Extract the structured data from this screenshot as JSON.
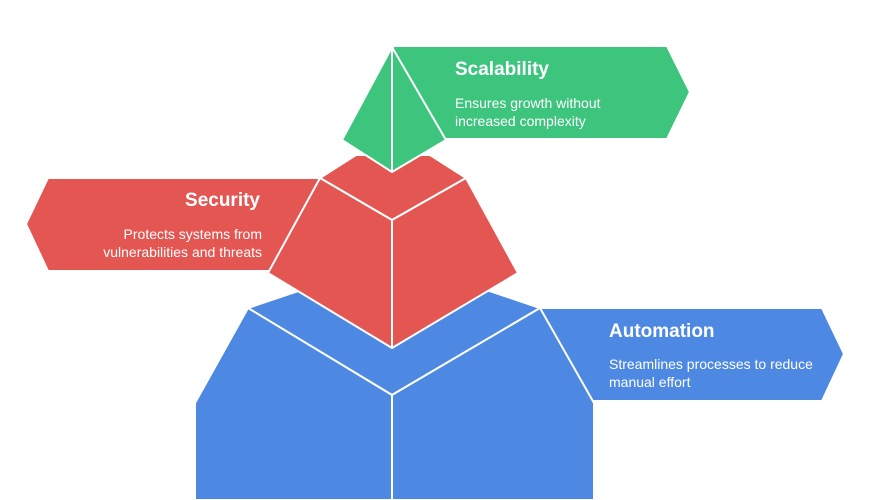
{
  "colors": {
    "scalability": "#3dc57d",
    "security": "#e35652",
    "automation": "#4d88e2",
    "edge": "#ffffff"
  },
  "tiers": [
    {
      "key": "scalability",
      "title": "Scalability",
      "description": "Ensures growth without increased complexity"
    },
    {
      "key": "security",
      "title": "Security",
      "description": "Protects systems from vulnerabilities and threats"
    },
    {
      "key": "automation",
      "title": "Automation",
      "description": "Streamlines processes to reduce manual effort"
    }
  ]
}
